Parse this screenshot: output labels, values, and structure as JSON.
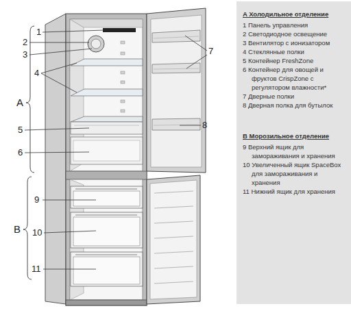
{
  "diagram": {
    "nodes": [
      {
        "text": [
          "A Холодильное отделение",
          "1 Панель управления",
          "2 Светодиодное освещение",
          "3 Вентилятор с ионизатором",
          "4 Стеклянные полки",
          "5 Контейнер FreshZone",
          "6 Контейнер для овощей и фруктов CrispZone с регулятором влажности*",
          "7 Дверные полки",
          "8 Дверная полка для бутылок",
          "B Морозильное отделение",
          "9 Верхний ящик для замораживания и хранения",
          "10 Увеличенный ящик SpaceBox для замораживания и хранения",
          "11 Нижний ящик для хранения"
        ]
      }
    ],
    "labels": [
      "1",
      "2",
      "3",
      "4",
      "5",
      "6",
      "7",
      "8",
      "9",
      "10",
      "11",
      "A",
      "B"
    ]
  }
}
